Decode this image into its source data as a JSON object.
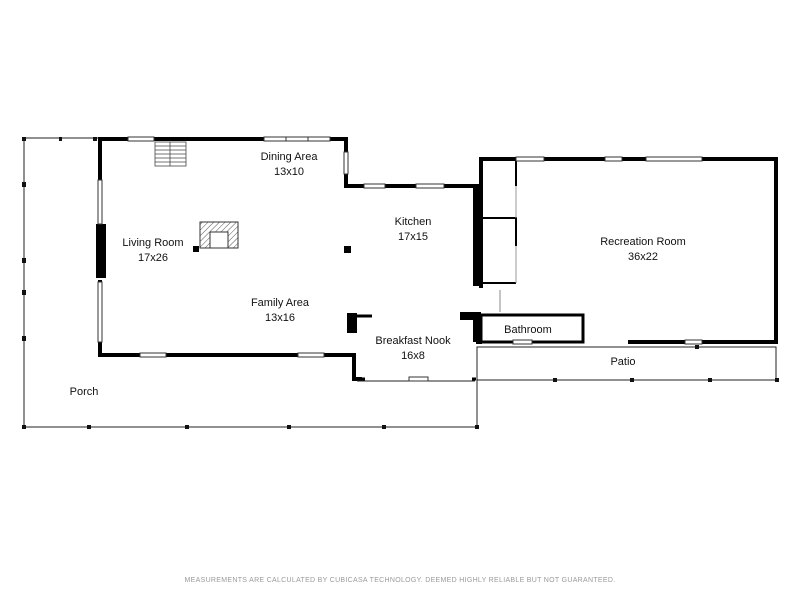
{
  "rooms": {
    "dining": {
      "name": "Dining Area",
      "size": "13x10"
    },
    "living": {
      "name": "Living Room",
      "size": "17x26"
    },
    "kitchen": {
      "name": "Kitchen",
      "size": "17x15"
    },
    "family": {
      "name": "Family Area",
      "size": "13x16"
    },
    "recreation": {
      "name": "Recreation Room",
      "size": "36x22"
    },
    "bathroom": {
      "name": "Bathroom"
    },
    "breakfast": {
      "name": "Breakfast Nook",
      "size": "16x8"
    },
    "patio": {
      "name": "Patio"
    },
    "porch": {
      "name": "Porch"
    }
  },
  "disclaimer": "MEASUREMENTS ARE CALCULATED BY CUBICASA TECHNOLOGY. DEEMED HIGHLY RELIABLE BUT NOT GUARANTEED."
}
